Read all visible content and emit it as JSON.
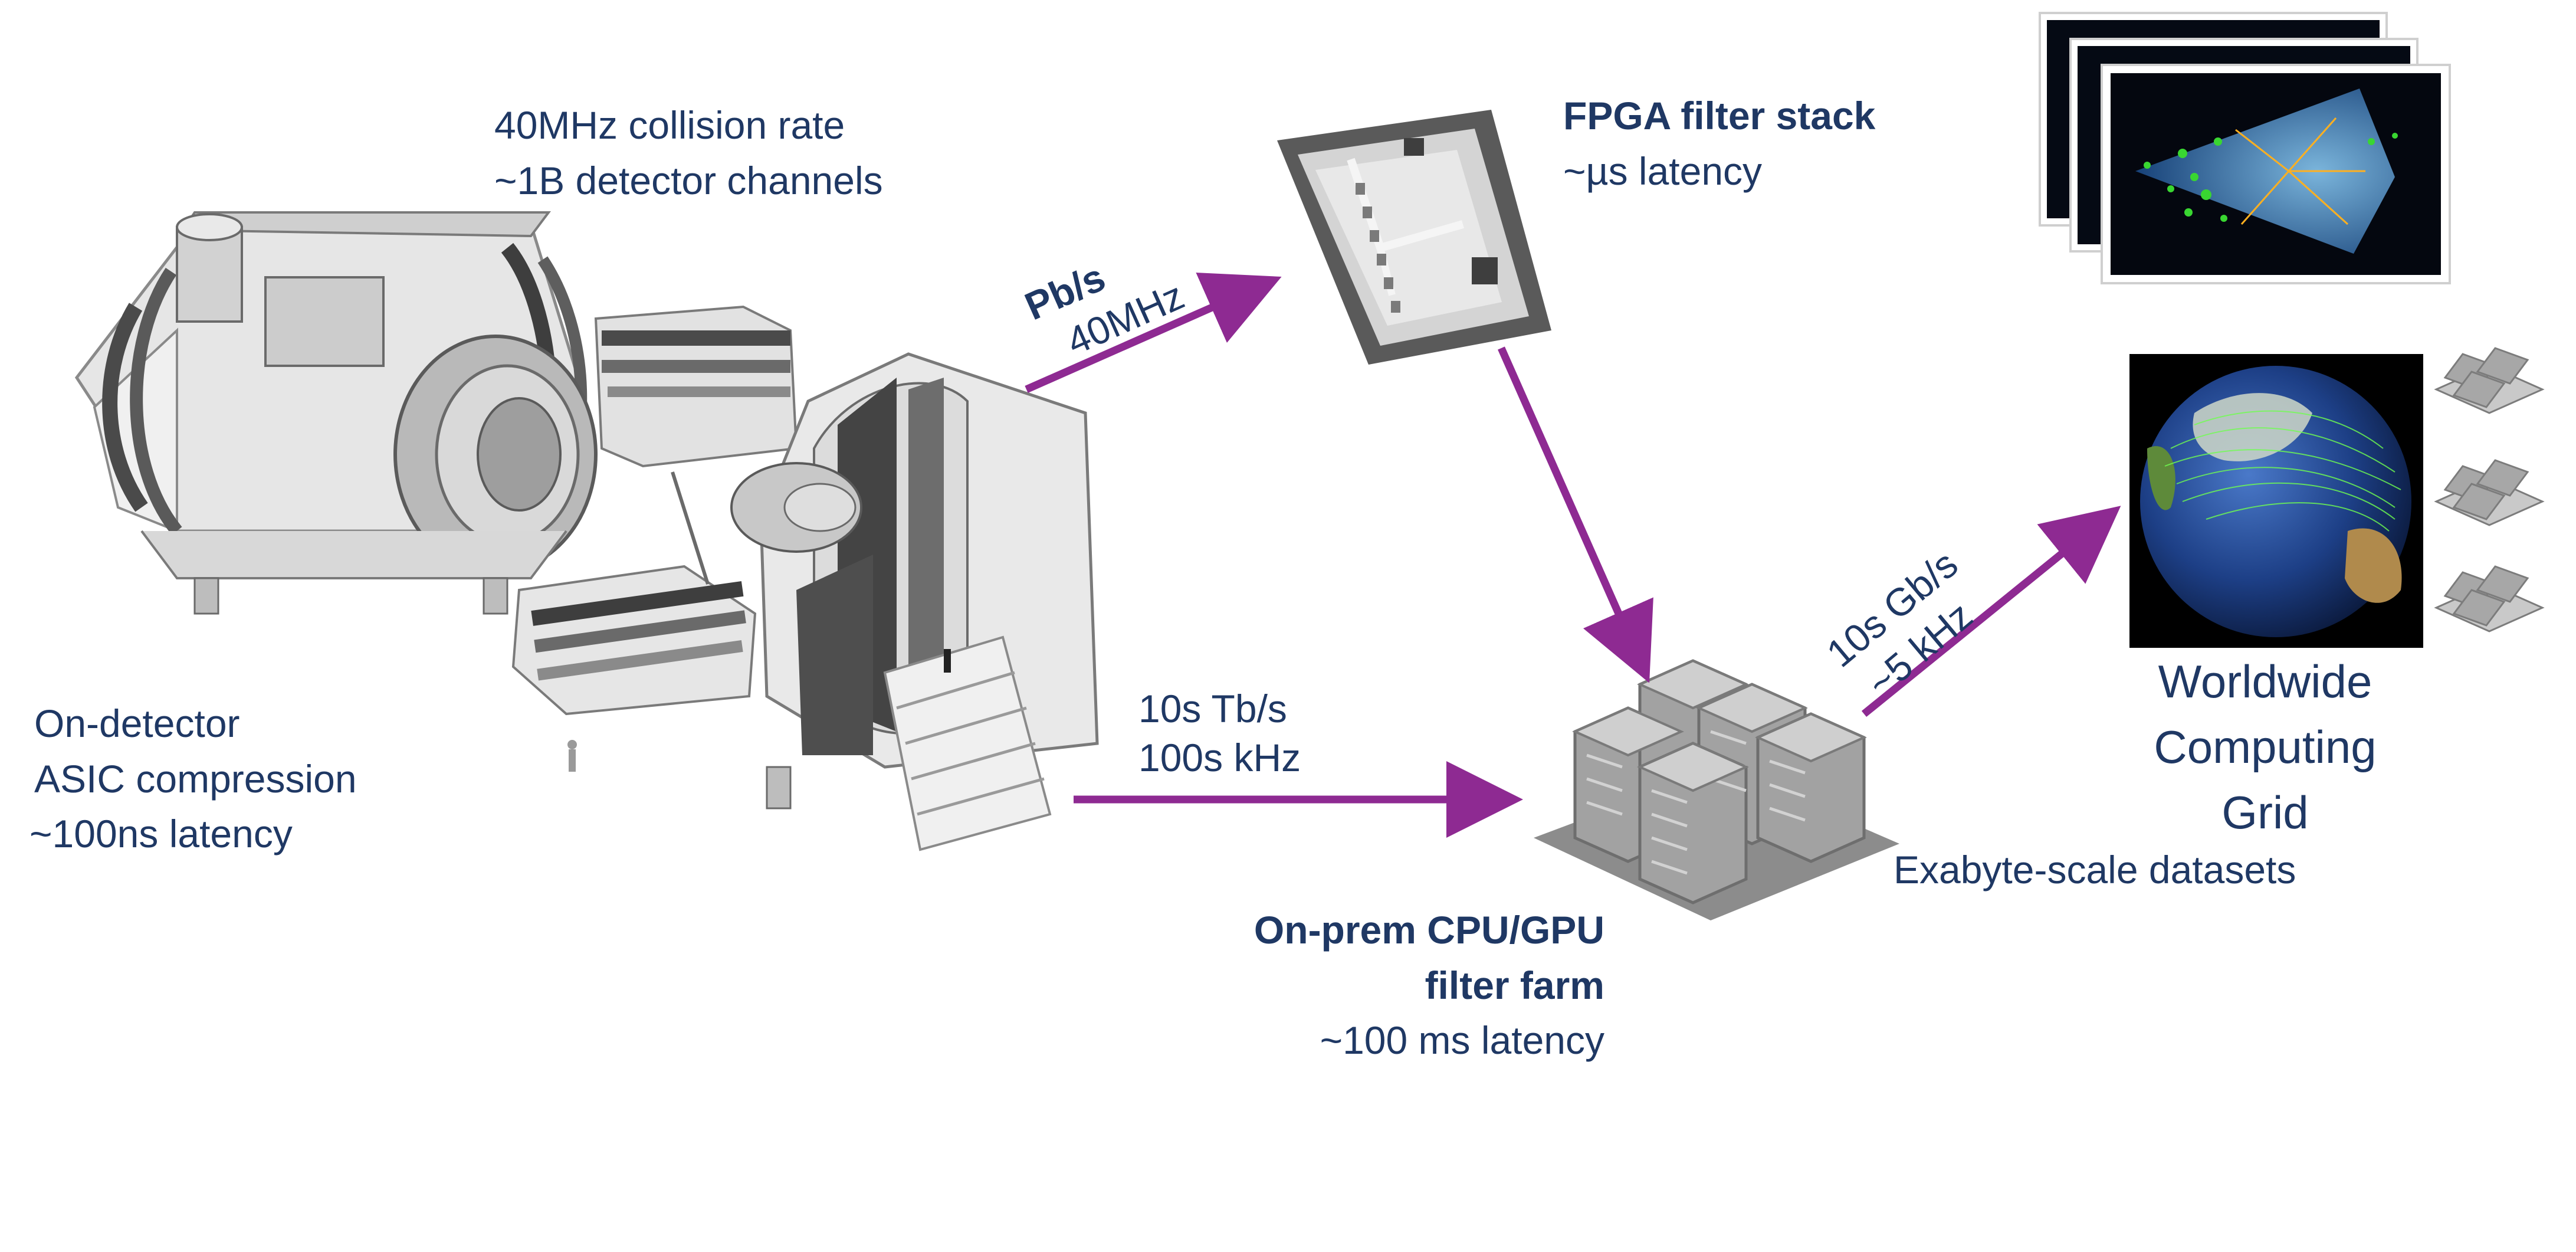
{
  "colors": {
    "text": "#1f3864",
    "arrow": "#8e2a92",
    "detector_light": "#e4e4e4",
    "detector_mid": "#b8b8b8",
    "detector_dark": "#5a5a5a",
    "server": "#9a9a9a"
  },
  "detector": {
    "rate_line1": "40MHz collision rate",
    "rate_line2": "~1B detector channels",
    "asic_line1": "On-detector",
    "asic_line2": "ASIC compression",
    "asic_line3": "~100ns latency"
  },
  "fpga": {
    "title": "FPGA filter stack",
    "latency": "~µs latency"
  },
  "farm": {
    "title_line1": "On-prem CPU/GPU",
    "title_line2": "filter farm",
    "latency": "~100 ms latency"
  },
  "grid": {
    "line1": "Worldwide",
    "line2": "Computing",
    "line3": "Grid",
    "datasets": "Exabyte-scale datasets"
  },
  "arrows": {
    "to_fpga_rate": "Pb/s",
    "to_fpga_freq": "40MHz",
    "to_farm_rate": "10s Tb/s",
    "to_farm_freq": "100s kHz",
    "to_grid_rate": "10s Gb/s",
    "to_grid_freq": "~5 kHz"
  },
  "icons": [
    "detector-illustration",
    "fpga-chip-icon",
    "event-display-images",
    "server-farm-icon",
    "earth-globe-image",
    "server-rack-icon"
  ]
}
